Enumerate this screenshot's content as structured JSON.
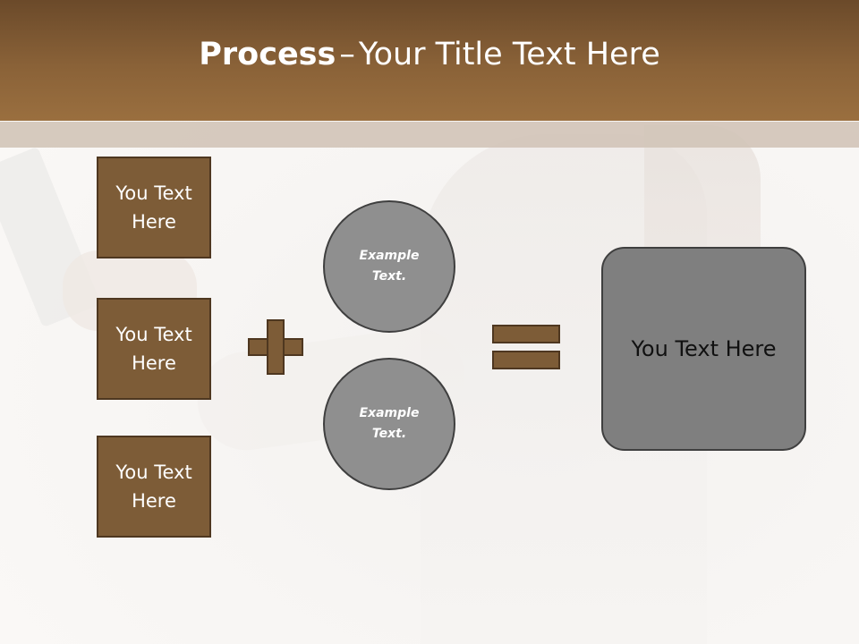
{
  "title": {
    "bold": "Process",
    "separator": "–",
    "rest": "Your Title Text Here"
  },
  "left_boxes": [
    "You Text Here",
    "You Text Here",
    "You Text Here"
  ],
  "circles": [
    "Example Text.",
    "Example Text."
  ],
  "result": "You Text Here",
  "colors": {
    "header": "#8a6238",
    "box_fill": "#7d5c37",
    "box_border": "#4e3720",
    "circle_fill": "#8f8f8f",
    "result_fill": "#7f7f7f"
  }
}
